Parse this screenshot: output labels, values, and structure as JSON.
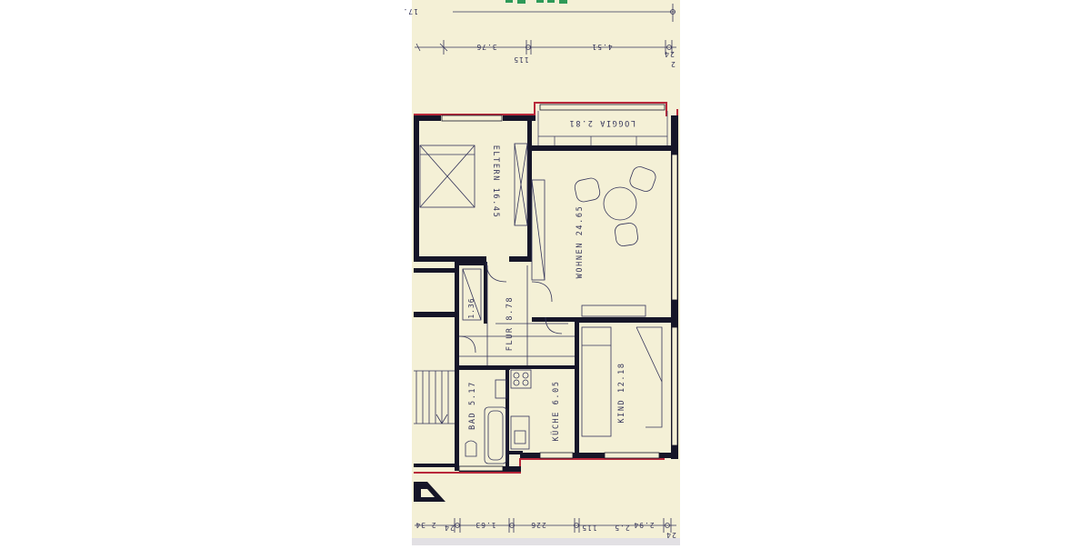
{
  "plan": {
    "colors": {
      "paper": "#f4f0d6",
      "wall": "#161628",
      "red_outline": "#b8283a",
      "ink": "#34345a",
      "green_mark": "#2e9a58"
    },
    "top_dimensions": {
      "row1": "17.",
      "row2": [
        "3.76",
        "115",
        "4.51",
        "24",
        "2"
      ]
    },
    "bottom_dimensions": [
      "2 34",
      "24",
      "1.63",
      "226",
      "115",
      "2.5",
      "2.94",
      "24"
    ],
    "rooms": {
      "loggia": "LOGGIA 2.81",
      "eltern": "ELTERN 16.45",
      "wohnen": "WOHNEN 24.65",
      "flur": "FLUR 8.78",
      "storage": "1.36",
      "bad": "BAD 5.17",
      "kueche": "KÜCHE 6.05",
      "kind": "KIND 12.18"
    }
  }
}
